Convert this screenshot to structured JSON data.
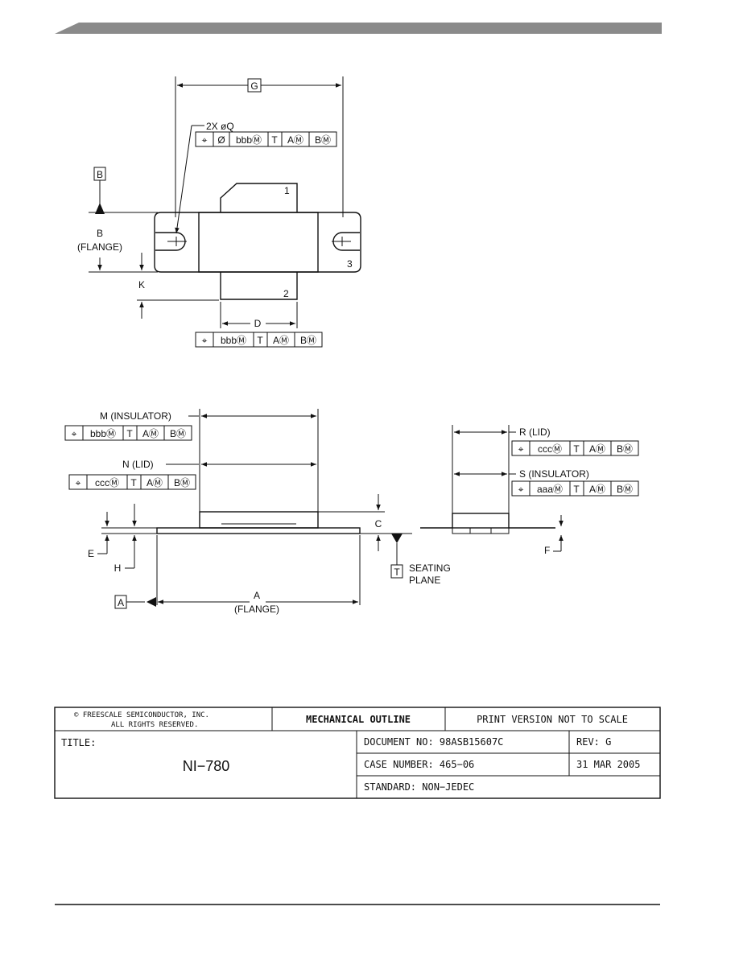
{
  "top_view": {
    "dim_G": "G",
    "holes_note": "2X øQ",
    "fcf_holes": [
      "⌖",
      "Ø",
      "bbbⓂ",
      "T",
      "AⓂ",
      "BⓂ"
    ],
    "datum_B": "B",
    "label_B": "B",
    "label_B_sub": "(FLANGE)",
    "dim_K": "K",
    "dim_D": "D",
    "pin_1": "1",
    "pin_2": "2",
    "pin_3": "3",
    "fcf_D": [
      "⌖",
      "bbbⓂ",
      "T",
      "AⓂ",
      "BⓂ"
    ]
  },
  "side_view": {
    "label_M": "M (INSULATOR)",
    "fcf_M": [
      "⌖",
      "bbbⓂ",
      "T",
      "AⓂ",
      "BⓂ"
    ],
    "label_N": "N (LID)",
    "fcf_N": [
      "⌖",
      "cccⓂ",
      "T",
      "AⓂ",
      "BⓂ"
    ],
    "dim_C": "C",
    "dim_E": "E",
    "dim_H": "H",
    "datum_A": "A",
    "label_A": "A",
    "label_A_sub": "(FLANGE)",
    "datum_T": "T",
    "seating_1": "SEATING",
    "seating_2": "PLANE"
  },
  "end_view": {
    "label_R": "R (LID)",
    "fcf_R": [
      "⌖",
      "cccⓂ",
      "T",
      "AⓂ",
      "BⓂ"
    ],
    "label_S": "S (INSULATOR)",
    "fcf_S": [
      "⌖",
      "aaaⓂ",
      "T",
      "AⓂ",
      "BⓂ"
    ],
    "dim_F": "F"
  },
  "title_block": {
    "copyright_1": "© FREESCALE SEMICONDUCTOR, INC.",
    "copyright_2": "ALL RIGHTS RESERVED.",
    "mechanical_outline": "MECHANICAL OUTLINE",
    "print_version": "PRINT VERSION NOT TO SCALE",
    "title_label": "TITLE:",
    "title_value": "NI−780",
    "document_no": "DOCUMENT NO: 98ASB15607C",
    "rev": "REV: G",
    "case_number": "CASE NUMBER: 465−06",
    "date": "31 MAR 2005",
    "standard": "STANDARD: NON−JEDEC"
  }
}
